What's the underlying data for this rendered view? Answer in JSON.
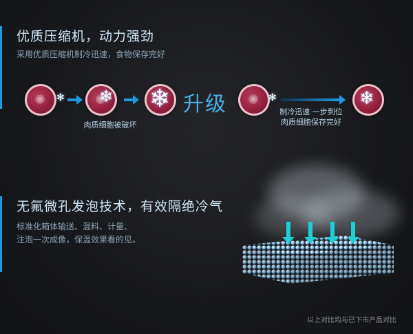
{
  "section1": {
    "title": "优质压缩机，动力强劲",
    "subtitle": "采用优质压缩机制冷迅速，食物保存完好",
    "caption_left": "肉质细胞被破坏",
    "upgrade_label": "升级",
    "caption_right_line1": "制冷迅速 一步到位",
    "caption_right_line2": "肉质细胞保存完好"
  },
  "section2": {
    "title": "无氟微孔发泡技术，有效隔绝冷气",
    "subtitle_line1": "标准化箱体输送、混料、计量、",
    "subtitle_line2": "注泡一次成像，保温效果看的见。"
  },
  "footnote": "以上对比均与已下市产品对比",
  "colors": {
    "accent": "#1c9be0",
    "cell": "#8f1f3c",
    "cold_arrow": "#1ccfd6"
  }
}
